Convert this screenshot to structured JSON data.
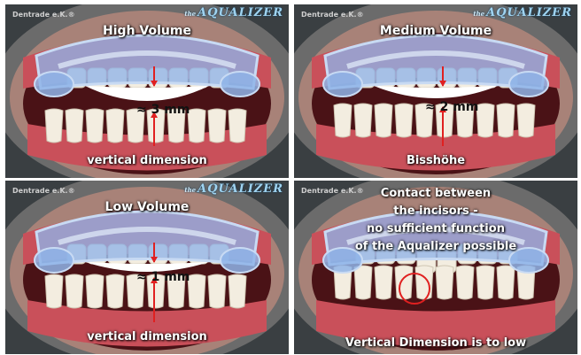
{
  "company": "Dentrade e.K.®",
  "brand": {
    "prefix": "the",
    "name": "AQUALIZER"
  },
  "colors": {
    "arrow": "#e02020",
    "splint": "#8fb4e8",
    "gum": "#c9505a",
    "tooth": "#f3ede0"
  },
  "panels": [
    {
      "title": "High Volume",
      "measurement": "≈ 3 mm",
      "label": "vertical dimension"
    },
    {
      "title": "Medium Volume",
      "measurement": "≈ 2 mm",
      "label": "Bisshöhe"
    },
    {
      "title": "Low Volume",
      "measurement": "≈ 1 mm",
      "label": "vertical dimension"
    },
    {
      "note_lines": [
        "Contact between",
        "the incisors -",
        "no sufficient function",
        "of the Aqualizer possible"
      ],
      "footer": "Vertical Dimension is to low"
    }
  ]
}
